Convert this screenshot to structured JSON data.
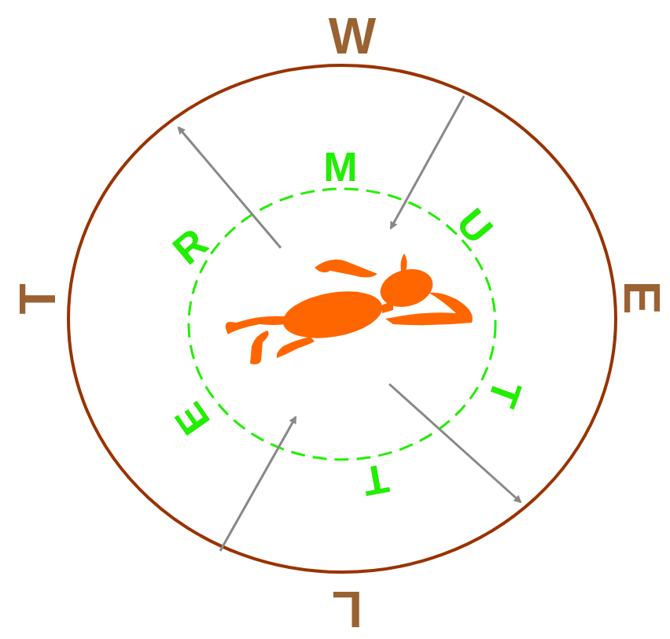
{
  "diagram": {
    "labels": [
      "W",
      "E",
      "L",
      "T",
      "M",
      "U",
      "T",
      "T",
      "E",
      "R"
    ]
  }
}
